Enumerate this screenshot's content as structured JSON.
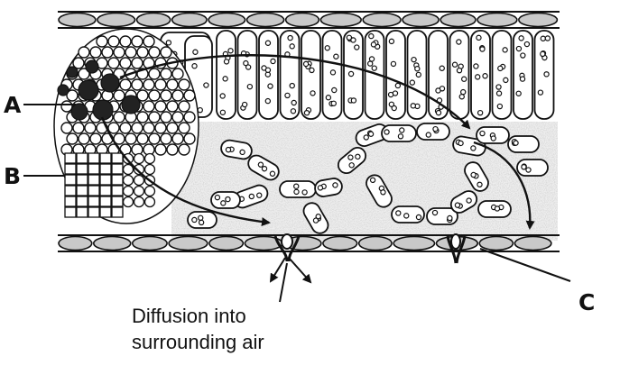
{
  "labels": {
    "a": "A",
    "b": "B",
    "c": "C"
  },
  "caption": {
    "line1": "Diffusion into",
    "line2": "surrounding air"
  },
  "colors": {
    "ink": "#111111",
    "cell_fill": "#ffffff",
    "epidermis_fill": "#c9c9c9",
    "air_space": "#eeeeee",
    "dark_cell": "#222222"
  }
}
